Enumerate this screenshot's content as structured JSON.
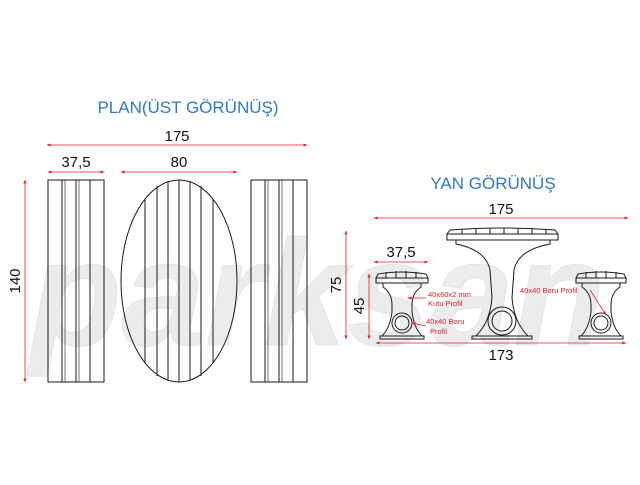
{
  "watermark": "parksan",
  "plan": {
    "title": "PLAN(ÜST GÖRÜNÜŞ)",
    "dim_total_width": "175",
    "dim_bench_width": "37,5",
    "dim_table_width": "80",
    "dim_length": "140"
  },
  "side": {
    "title": "YAN GÖRÜNÜŞ",
    "dim_table_top": "175",
    "dim_bench_top": "37,5",
    "dim_total_height": "75",
    "dim_bench_height": "45",
    "dim_total_base": "173",
    "label_box_profile_line1": "40x60x2 mm",
    "label_box_profile_line2": "Kutu Profil",
    "label_pipe_left_line1": "40x40 Boru",
    "label_pipe_left_line2": "Profil",
    "label_pipe_right": "40x40 Boru Profil"
  },
  "colors": {
    "dimension": "#e0202a",
    "title": "#2f78c2",
    "outline": "#1a1a1a",
    "watermark": "#ececec"
  }
}
